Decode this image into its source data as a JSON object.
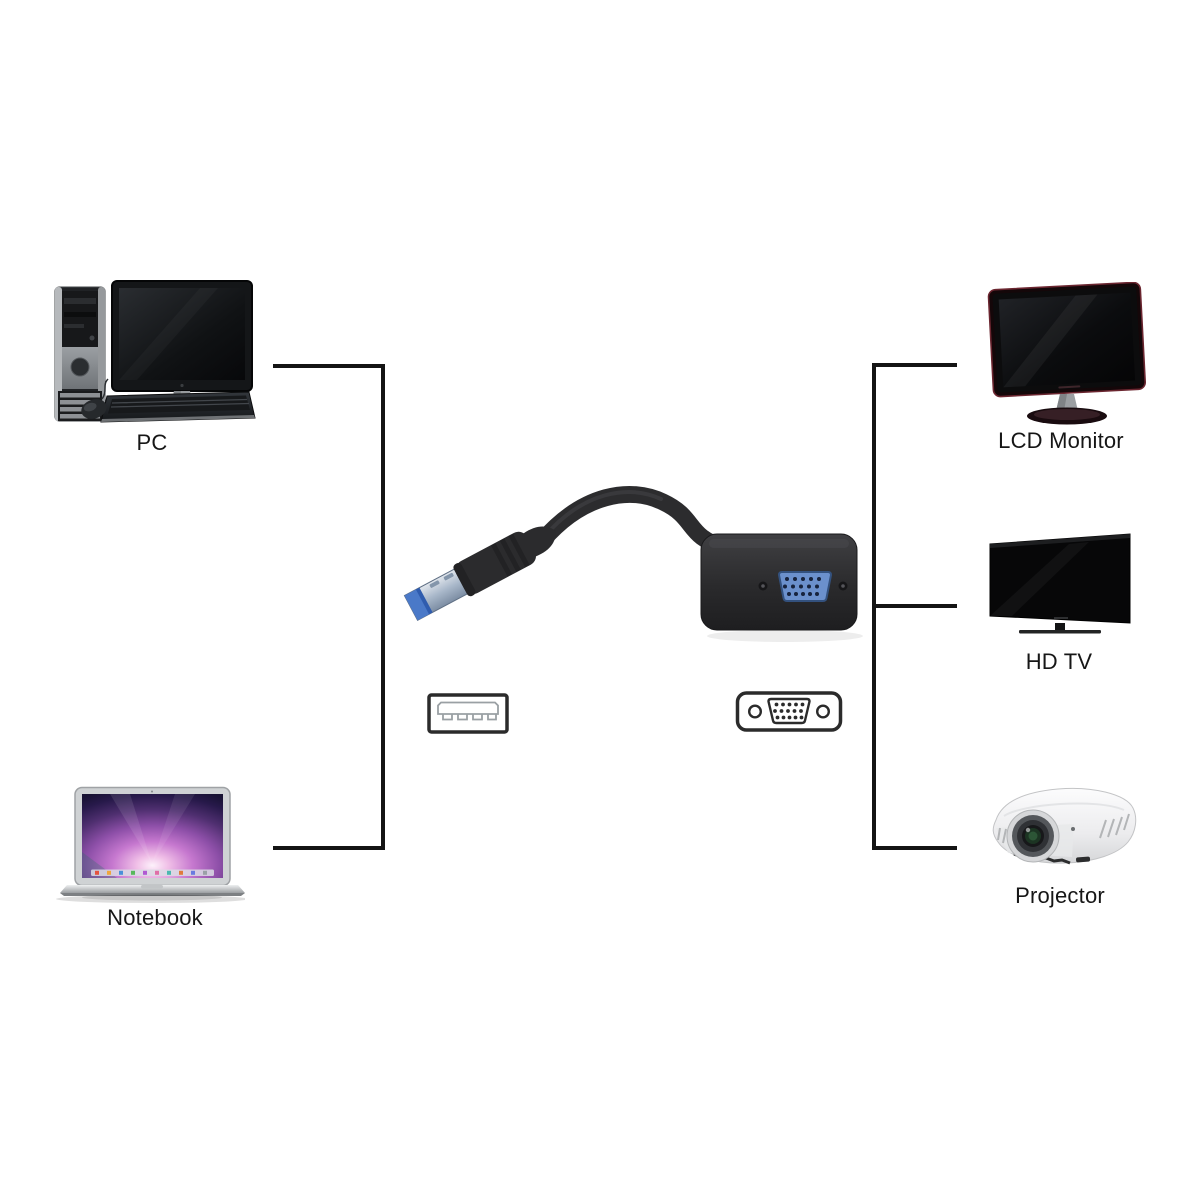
{
  "devices": {
    "pc": {
      "label": "PC"
    },
    "notebook": {
      "label": "Notebook"
    },
    "lcd_monitor": {
      "label": "LCD Monitor"
    },
    "hd_tv": {
      "label": "HD TV"
    },
    "projector": {
      "label": "Projector"
    }
  },
  "adapter": {
    "icon": "usb3-to-vga-adapter-photo",
    "connector_icons": [
      "usb-a-port-icon",
      "vga-port-icon"
    ]
  },
  "colors": {
    "background": "#ffffff",
    "connector_line": "#141414",
    "label_text": "#161616",
    "usb_blue": "#4a79c8",
    "vga_blue": "#6b90cc",
    "adapter_body": "#2b2b2d"
  }
}
